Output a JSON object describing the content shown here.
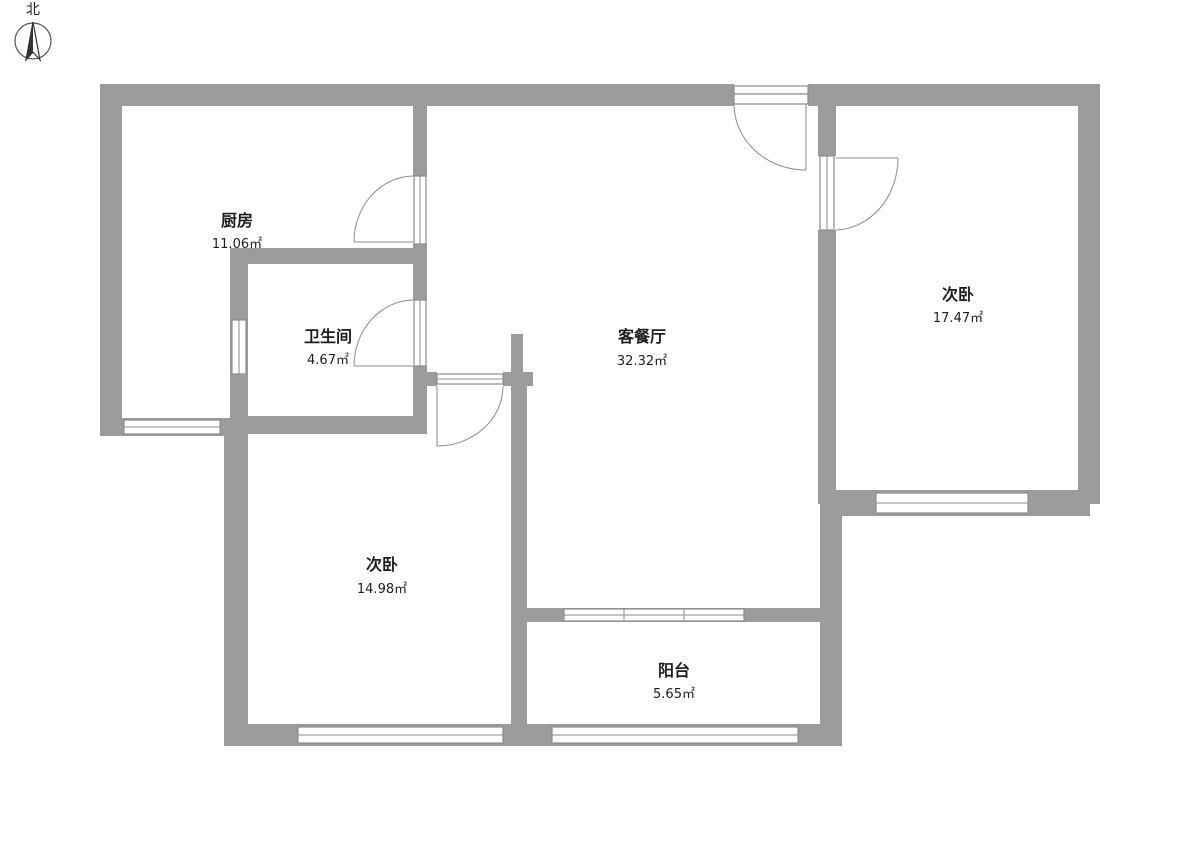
{
  "compass": {
    "label": "北"
  },
  "rooms": [
    {
      "name": "厨房",
      "area": "11.06㎡"
    },
    {
      "name": "卫生间",
      "area": "4.67㎡"
    },
    {
      "name": "客餐厅",
      "area": "32.32㎡"
    },
    {
      "name": "次卧",
      "area": "17.47㎡"
    },
    {
      "name": "次卧",
      "area": "14.98㎡"
    },
    {
      "name": "阳台",
      "area": "5.65㎡"
    }
  ],
  "colors": {
    "wall": "#9c9c9c",
    "background": "#ffffff",
    "text": "#1e1e1e"
  }
}
